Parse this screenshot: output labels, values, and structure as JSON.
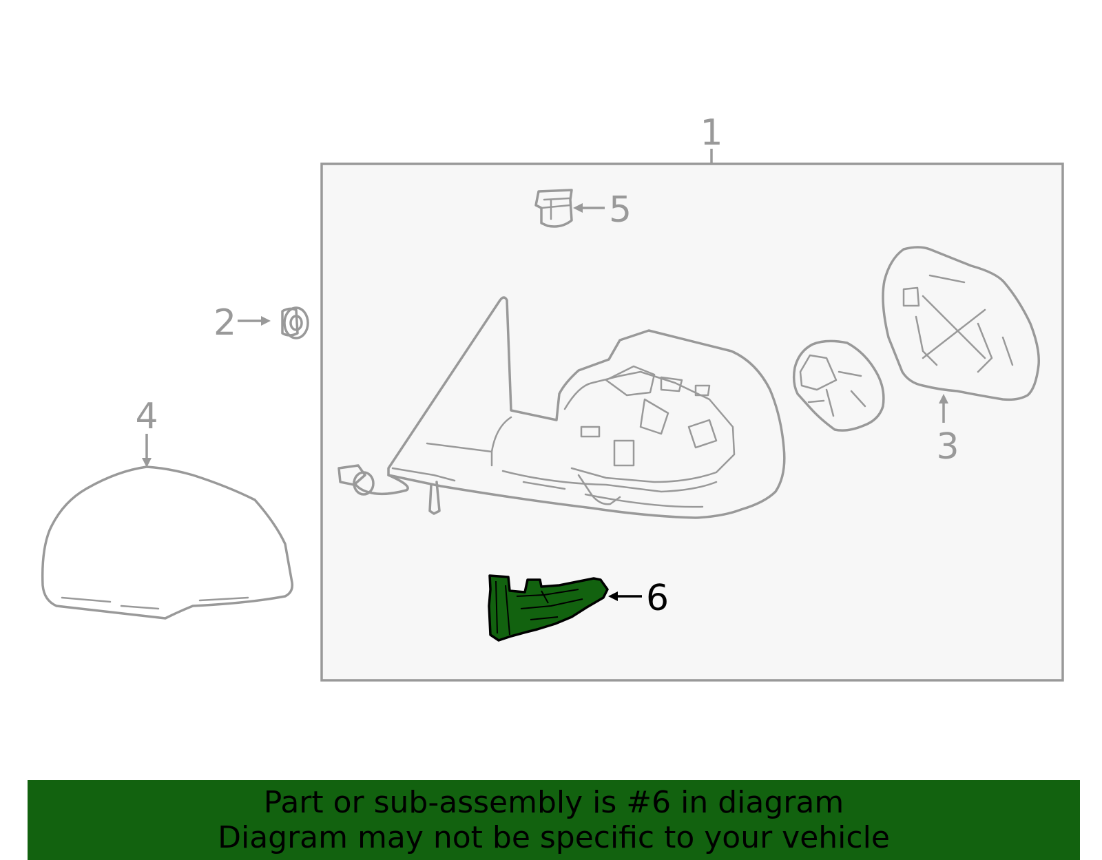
{
  "callouts": {
    "c1": "1",
    "c2": "2",
    "c3": "3",
    "c4": "4",
    "c5": "5",
    "c6": "6"
  },
  "banner": {
    "line1": "Part or sub-assembly is #6 in diagram",
    "line2": "Diagram may not be specific to your vehicle"
  },
  "colors": {
    "highlight_part": "#12620f",
    "banner_background": "#12620f",
    "outline": "#999999",
    "assembly_box_fill": "#f7f7f7"
  }
}
